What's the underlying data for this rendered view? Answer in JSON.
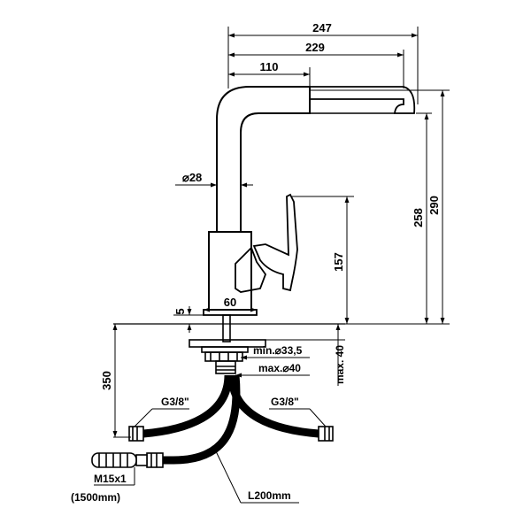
{
  "dimensions": {
    "d247": "247",
    "d229": "229",
    "d110": "110",
    "d28": "⌀28",
    "d258": "258",
    "d290": "290",
    "d157": "157",
    "d5": "5",
    "d60": "60",
    "d350": "350",
    "min_hole": "min.⌀33,5",
    "max_hole": "max.⌀40",
    "max_thickness": "max. 40"
  },
  "connections": {
    "left_thread": "G3/8\"",
    "right_thread": "G3/8\"",
    "outlet_thread": "M15x1",
    "outlet_length": "(1500mm)",
    "hose_length": "L200mm"
  },
  "colors": {
    "line": "#000000",
    "background": "#ffffff"
  }
}
